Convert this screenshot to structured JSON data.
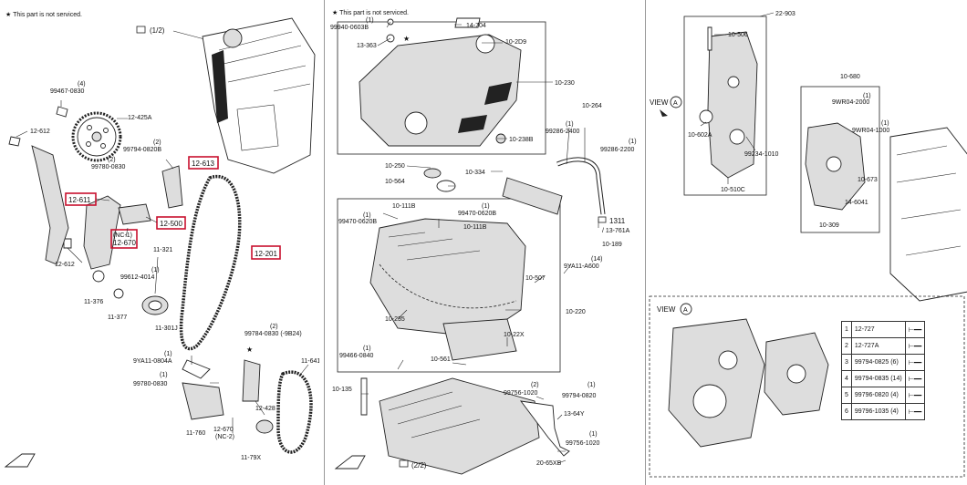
{
  "notice": "This part is not serviced.",
  "panel1": {
    "ref": "(1/2)",
    "labels": {
      "l_99467": "99467-0830",
      "l_99467q": "(4)",
      "l_12425A": "12-425A",
      "l_12612a": "12-612",
      "l_12612b": "12-612",
      "l_12611": "12-611",
      "l_99794": "99794-0820B",
      "l_99794q": "(2)",
      "l_99780": "99780-0830",
      "l_99780q": "(2)",
      "l_12613": "12-613",
      "l_12500": "12-500",
      "l_nc1": "(NC-1)",
      "l_12670": "12-670",
      "l_11321": "11-321",
      "l_99612": "99612-4014",
      "l_99612q": "(1)",
      "l_12201": "12-201",
      "l_11376": "11-376",
      "l_11377": "11-377",
      "l_11301J": "11-301J",
      "l_99784": "99784-0830 (-9B24)",
      "l_99784q": "(2)",
      "l_9YA11": "9YA11-0804A",
      "l_9YA11q": "(1)",
      "l_99780b": "99780-0830",
      "l_99780bq": "(1)",
      "l_11641": "11-641",
      "l_12428": "12-428",
      "l_11760": "11-760",
      "l_12670b": "12-670",
      "l_nc2": "(NC-2)",
      "l_1179X": "11-79X"
    }
  },
  "panel2": {
    "ref": "(2/2)",
    "labels": {
      "l_99940": "99940-0603B",
      "l_99940q": "(1)",
      "l_13363": "13-363",
      "l_14704": "14-704",
      "l_102D9": "10-2D9",
      "l_10230": "10-230",
      "l_10238B": "10-238B",
      "l_10264": "10-264",
      "l_99286a": "99286-2400",
      "l_99286aq": "(1)",
      "l_99286b": "99286-2200",
      "l_99286bq": "(1)",
      "l_10250": "10-250",
      "l_10334": "10-334",
      "l_10564": "10-564",
      "l_1311": "1311",
      "l_13761A": "/ 13-761A",
      "l_10189": "10-189",
      "l_10111Ba": "10-111B",
      "l_99470a": "99470-0620B",
      "l_99470aq": "(1)",
      "l_99470b": "99470-0620B",
      "l_99470bq": "(1)",
      "l_10111Bb": "10-111B",
      "l_9YA11": "9YA11-A600",
      "l_9YA11q": "(14)",
      "l_10507": "10-507",
      "l_10220": "10-220",
      "l_10235": "10-235",
      "l_1022X": "10-22X",
      "l_99466": "99466-0840",
      "l_99466q": "(1)",
      "l_10561": "10-561",
      "l_10135": "10-135",
      "l_99756a": "99756-1020",
      "l_99756aq": "(2)",
      "l_99794": "99794-0820",
      "l_99794q": "(1)",
      "l_1364Y": "13-64Y",
      "l_99756b": "99756-1020",
      "l_99756bq": "(1)",
      "l_2065XB": "20-65XB"
    }
  },
  "panel3": {
    "labels": {
      "l_22903": "22-903",
      "l_10506": "10-506",
      "l_view": "VIEW",
      "l_A": "A",
      "l_10602A": "10-602A",
      "l_99234": "99234-1010",
      "l_10510C": "10-510C",
      "l_10680": "10-680",
      "l_9WR04a": "9WR04-2000",
      "l_9WR04aq": "(1)",
      "l_9WR04b": "9WR04-1000",
      "l_9WR04bq": "(1)",
      "l_10673": "10-673",
      "l_146041": "14-6041",
      "l_10309": "10-309",
      "l_viewA": "VIEW",
      "l_viewA2": "A"
    },
    "legend": [
      {
        "n": "1",
        "part": "12-727",
        "qty": ""
      },
      {
        "n": "2",
        "part": "12-727A",
        "qty": ""
      },
      {
        "n": "3",
        "part": "99794-0825",
        "qty": "(6)"
      },
      {
        "n": "4",
        "part": "99794-0835",
        "qty": "(14)"
      },
      {
        "n": "5",
        "part": "99796-0820",
        "qty": "(4)"
      },
      {
        "n": "6",
        "part": "99796-1035",
        "qty": "(4)"
      }
    ]
  }
}
